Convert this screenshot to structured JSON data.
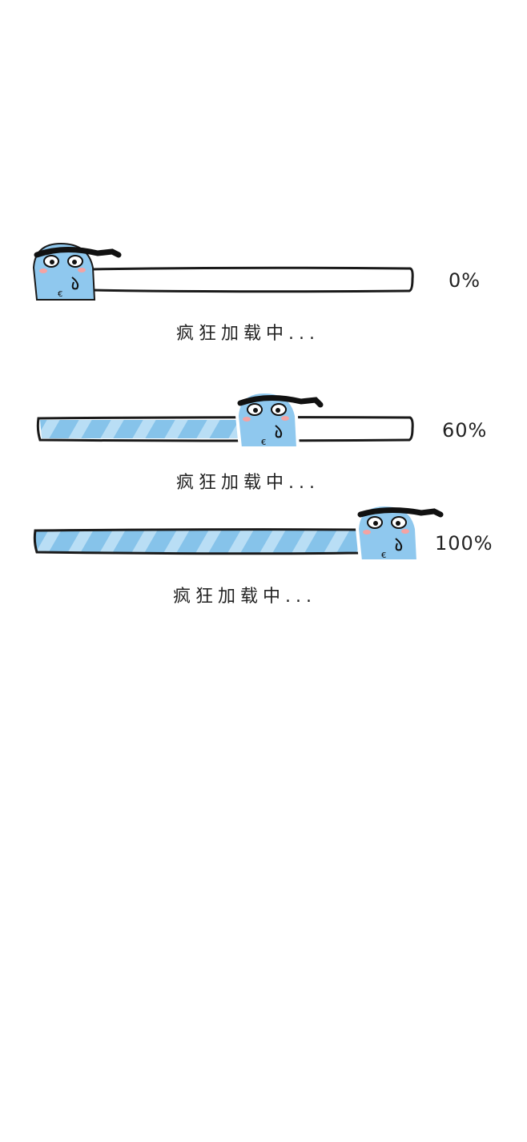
{
  "loaders": [
    {
      "progress": 0,
      "percent_label": "0%",
      "caption": "疯狂加载中..."
    },
    {
      "progress": 0.6,
      "percent_label": "60%",
      "caption": "疯狂加载中..."
    },
    {
      "progress": 1.0,
      "percent_label": "100%",
      "caption": "疯狂加载中..."
    }
  ],
  "colors": {
    "bar_fill": "#86c3ea",
    "bar_stripe": "#b9def5",
    "bar_outline": "#1a1a1a",
    "mascot_body": "#8fc8ee",
    "blush": "#f4a3a3",
    "headband": "#111111"
  },
  "icons": {
    "mascot": "blue-bean-mascot-icon"
  }
}
